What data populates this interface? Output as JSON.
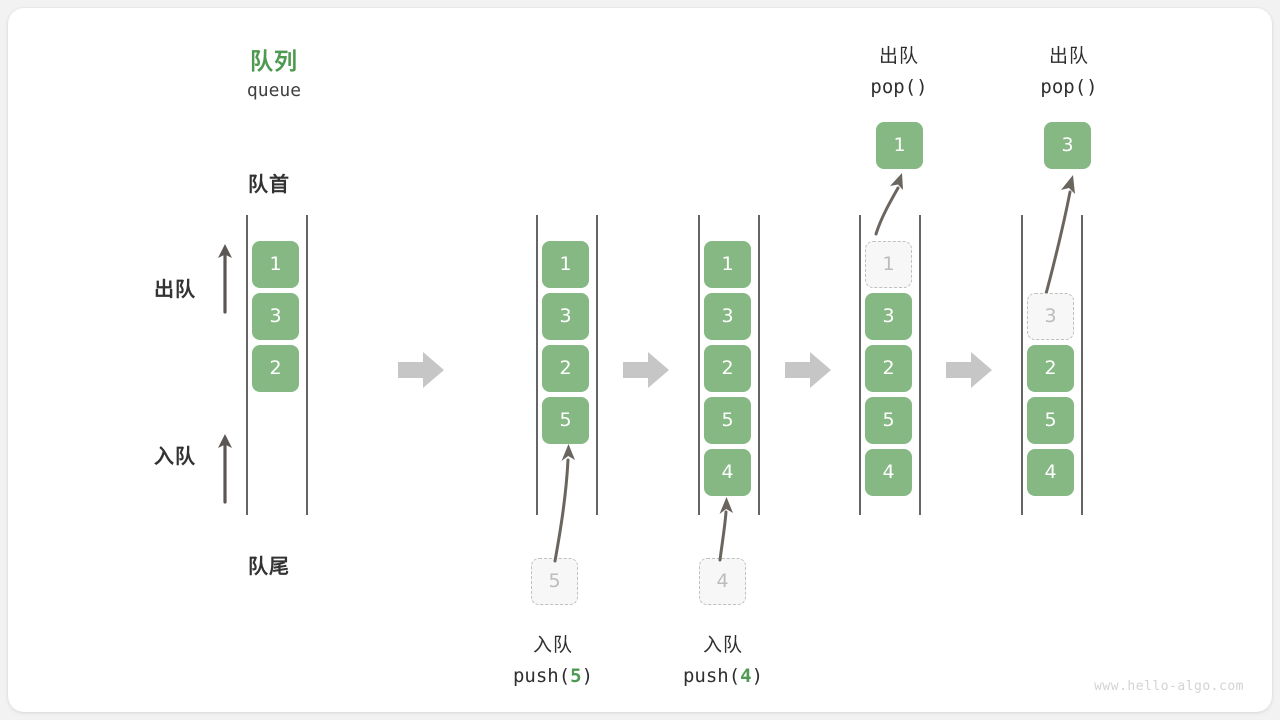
{
  "page": {
    "background": "#f2f2f2",
    "card_background": "#ffffff",
    "accent_green": "#4e9a51",
    "cell_green": "#86b884",
    "ghost_gray": "#bcbcbc",
    "step_arrow_gray": "#c6c6c6",
    "watermark": "www.hello-algo.com"
  },
  "header": {
    "title_zh": "队列",
    "title_en": "queue"
  },
  "labels": {
    "front": "队首",
    "back": "队尾",
    "dequeue": "出队",
    "enqueue": "入队"
  },
  "stages": [
    {
      "id": "initial",
      "cells": [
        {
          "value": "1",
          "state": "filled"
        },
        {
          "value": "3",
          "state": "filled"
        },
        {
          "value": "2",
          "state": "filled"
        }
      ],
      "caption_zh": "",
      "caption_code": ""
    },
    {
      "id": "push-5",
      "cells": [
        {
          "value": "1",
          "state": "filled"
        },
        {
          "value": "3",
          "state": "filled"
        },
        {
          "value": "2",
          "state": "filled"
        },
        {
          "value": "5",
          "state": "filled"
        }
      ],
      "incoming": {
        "value": "5",
        "state": "ghost"
      },
      "caption_zh": "入队",
      "caption_code_prefix": "push(",
      "caption_code_num": "5",
      "caption_code_suffix": ")"
    },
    {
      "id": "push-4",
      "cells": [
        {
          "value": "1",
          "state": "filled"
        },
        {
          "value": "3",
          "state": "filled"
        },
        {
          "value": "2",
          "state": "filled"
        },
        {
          "value": "5",
          "state": "filled"
        },
        {
          "value": "4",
          "state": "filled"
        }
      ],
      "incoming": {
        "value": "4",
        "state": "ghost"
      },
      "caption_zh": "入队",
      "caption_code_prefix": "push(",
      "caption_code_num": "4",
      "caption_code_suffix": ")"
    },
    {
      "id": "pop-1",
      "cells": [
        {
          "value": "1",
          "state": "ghost"
        },
        {
          "value": "3",
          "state": "filled"
        },
        {
          "value": "2",
          "state": "filled"
        },
        {
          "value": "5",
          "state": "filled"
        },
        {
          "value": "4",
          "state": "filled"
        }
      ],
      "outgoing": {
        "value": "1",
        "state": "popped"
      },
      "header_zh": "出队",
      "header_code": "pop()"
    },
    {
      "id": "pop-3",
      "cells": [
        {
          "value": "",
          "state": "empty"
        },
        {
          "value": "3",
          "state": "ghost"
        },
        {
          "value": "2",
          "state": "filled"
        },
        {
          "value": "5",
          "state": "filled"
        },
        {
          "value": "4",
          "state": "filled"
        }
      ],
      "outgoing": {
        "value": "3",
        "state": "popped"
      },
      "header_zh": "出队",
      "header_code": "pop()"
    }
  ]
}
